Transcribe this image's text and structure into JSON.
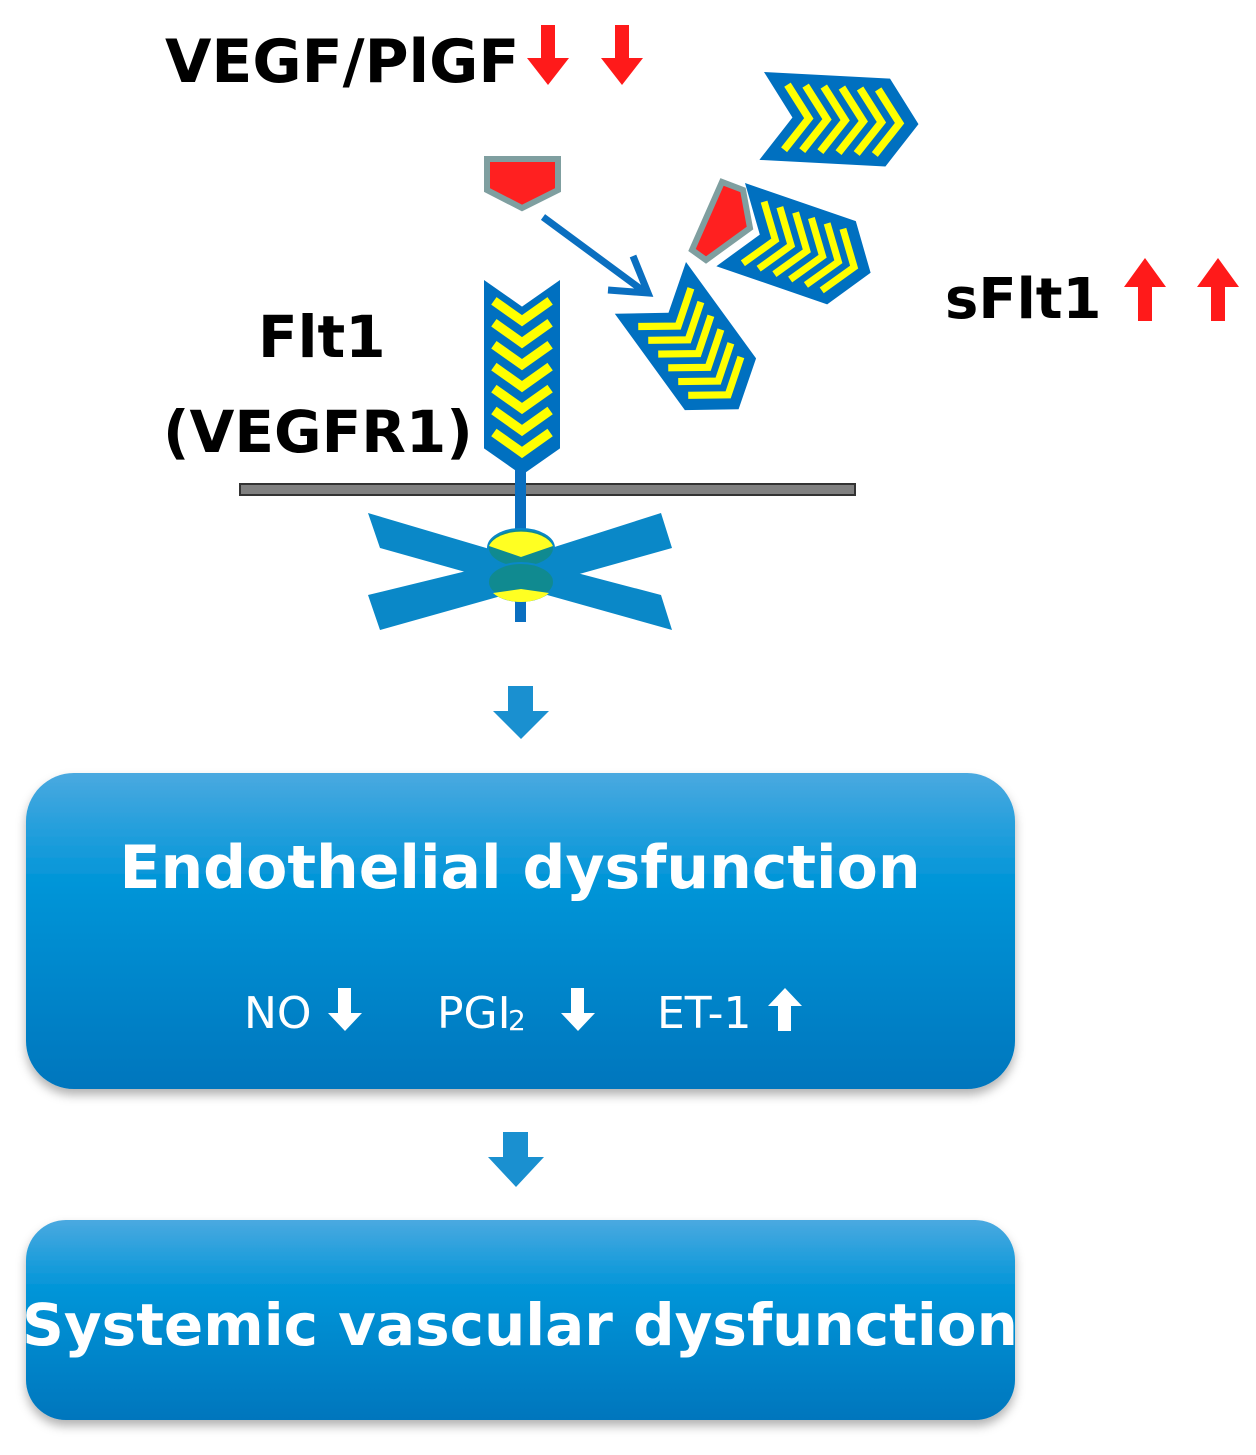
{
  "labels": {
    "ligand": "VEGF/PlGF",
    "receptor_line1": "Flt1",
    "receptor_line2": "(VEGFR1)",
    "soluble_receptor": "sFlt1"
  },
  "boxes": {
    "endothelial": {
      "title": "Endothelial dysfunction",
      "markers": [
        {
          "name": "NO",
          "sub": "",
          "direction": "down"
        },
        {
          "name": "PGI",
          "sub": "2",
          "direction": "down"
        },
        {
          "name": "ET-1",
          "sub": "",
          "direction": "up"
        }
      ]
    },
    "systemic": {
      "title": "Systemic vascular dysfunction"
    }
  },
  "colors": {
    "receptor_blue": "#0070c0",
    "stripe_yellow": "#ffff00",
    "ligand_red": "#ff2020",
    "ligand_border": "#7f9fa0",
    "change_arrow_red": "#ff1a1a",
    "flow_arrow_blue": "#1a90d0",
    "box_top": "#45a6de",
    "box_bottom": "#0078c0",
    "membrane": "#808080"
  }
}
